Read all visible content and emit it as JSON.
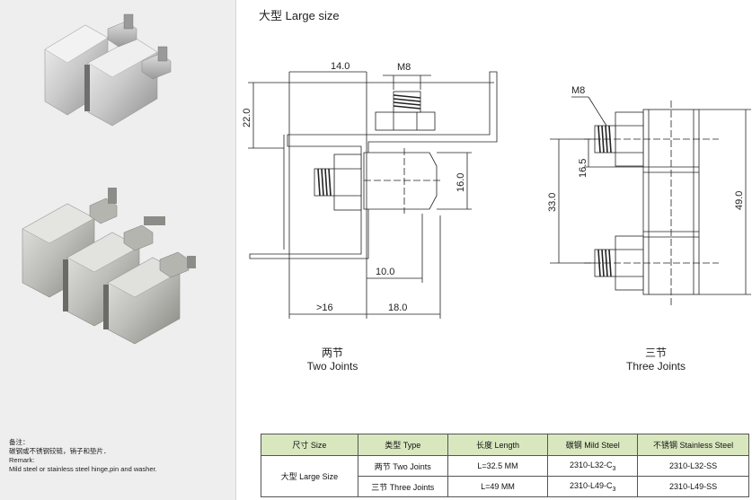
{
  "title": "大型 Large size",
  "remark": {
    "label": "备注：",
    "line_cn": "碳钢或不锈钢铰链，销子和垫片．",
    "label_en": "Remark:",
    "line_en": "Mild steel or stainless steel hinge,pin and washer."
  },
  "drawing_two": {
    "dims": {
      "d14": "14.0",
      "m8": "M8",
      "d22": "22.0",
      "d16": "16.0",
      "d10": "10.0",
      "gt16": ">16",
      "d18": "18.0"
    },
    "caption_cn": "两节",
    "caption_en": "Two Joints"
  },
  "drawing_three": {
    "dims": {
      "m8": "M8",
      "d165": "16.5",
      "d33": "33.0",
      "d49": "49.0"
    },
    "caption_cn": "三节",
    "caption_en": "Three Joints"
  },
  "table": {
    "headers": [
      "尺寸  Size",
      "类型 Type",
      "长度 Length",
      "碳钢 Mild Steel",
      "不锈钢 Stainless Steel"
    ],
    "size_label": "大型  Large Size",
    "rows": [
      {
        "type": "两节 Two Joints",
        "length": "L=32.5 MM",
        "mild_pre": "2310-L32-C",
        "mild_sub": "3",
        "stainless": "2310-L32-SS"
      },
      {
        "type": "三节 Three Joints",
        "length": "L=49 MM",
        "mild_pre": "2310-L49-C",
        "mild_sub": "3",
        "stainless": "2310-L49-SS"
      }
    ]
  }
}
